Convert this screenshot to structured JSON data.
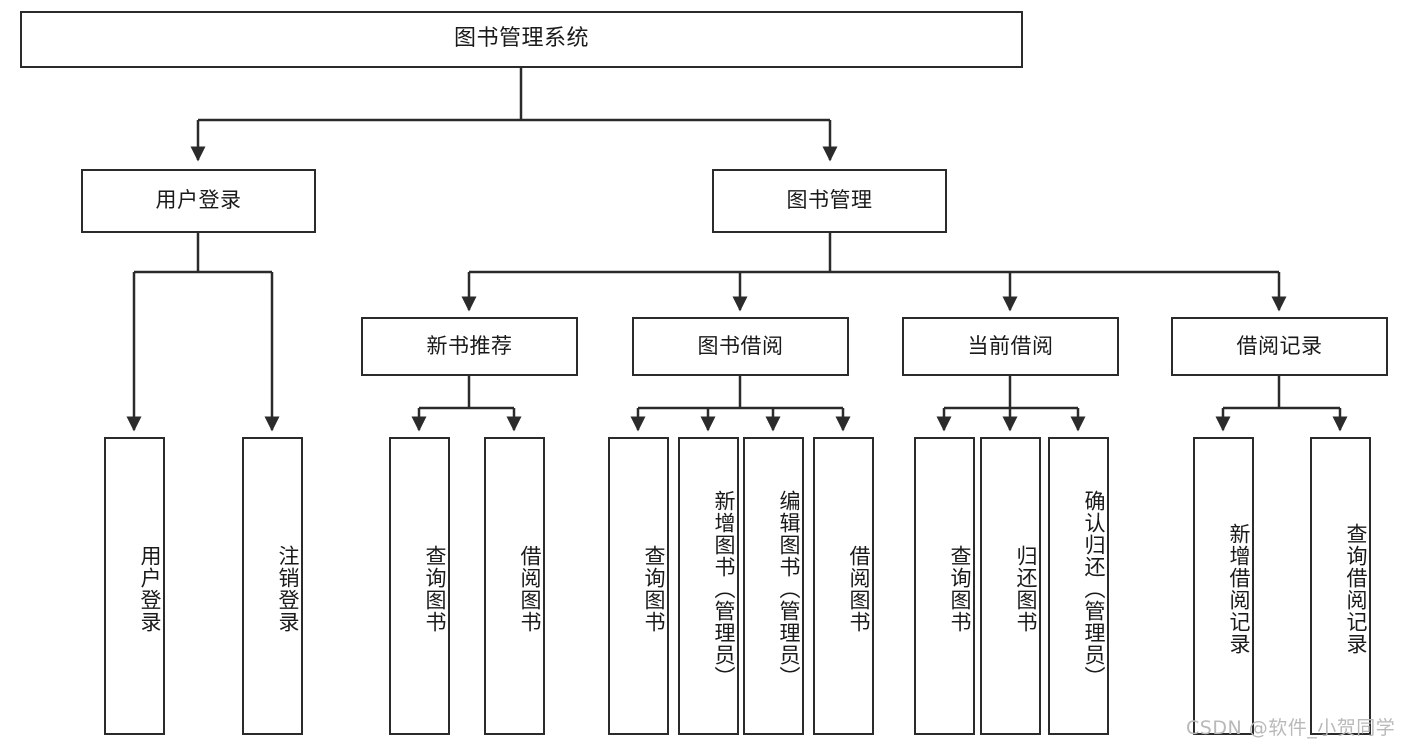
{
  "diagram": {
    "title": "图书管理系统",
    "type": "hierarchy-tree",
    "watermark": "CSDN @软件_小贺同学",
    "colors": {
      "box_border": "#2b2b2b",
      "box_fill": "#ffffff",
      "line": "#2b2b2b",
      "text": "#1a1a1a",
      "watermark": "#b9b9b9"
    },
    "nodes": {
      "root": {
        "label": "图书管理系统"
      },
      "level2": [
        {
          "id": "user-login",
          "label": "用户登录"
        },
        {
          "id": "book-manage",
          "label": "图书管理"
        }
      ],
      "level3": [
        {
          "id": "new-book-recommend",
          "label": "新书推荐"
        },
        {
          "id": "book-borrow",
          "label": "图书借阅"
        },
        {
          "id": "current-borrow",
          "label": "当前借阅"
        },
        {
          "id": "borrow-record",
          "label": "借阅记录"
        }
      ],
      "leaves": {
        "user_login": [
          {
            "id": "leaf-user-login",
            "label": "用户登录"
          },
          {
            "id": "leaf-logout-login",
            "label": "注销登录"
          }
        ],
        "new_book_recommend": [
          {
            "id": "leaf-query-book-1",
            "label": "查询图书"
          },
          {
            "id": "leaf-borrow-book-1",
            "label": "借阅图书"
          }
        ],
        "book_borrow": [
          {
            "id": "leaf-query-book-2",
            "label": "查询图书"
          },
          {
            "id": "leaf-add-book",
            "label": "新增图书（管理员）"
          },
          {
            "id": "leaf-edit-book",
            "label": "编辑图书（管理员）"
          },
          {
            "id": "leaf-borrow-book-2",
            "label": "借阅图书"
          }
        ],
        "current_borrow": [
          {
            "id": "leaf-query-book-3",
            "label": "查询图书"
          },
          {
            "id": "leaf-return-book",
            "label": "归还图书"
          },
          {
            "id": "leaf-confirm-return",
            "label": "确认归还（管理员）"
          }
        ],
        "borrow_record": [
          {
            "id": "leaf-add-record",
            "label": "新增借阅记录"
          },
          {
            "id": "leaf-query-record",
            "label": "查询借阅记录"
          }
        ]
      }
    }
  }
}
